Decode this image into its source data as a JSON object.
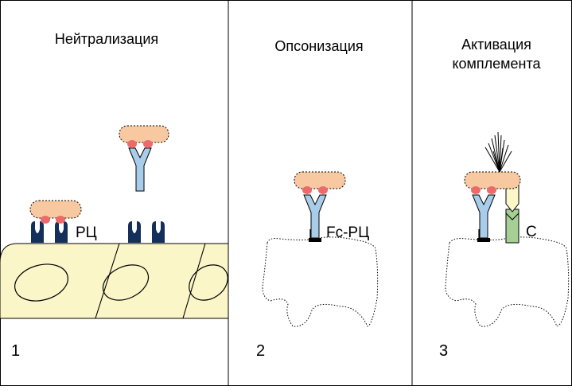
{
  "panels": [
    {
      "title_lines": [
        "Нейтрализация"
      ],
      "number": "1",
      "receptor_label": "РЦ"
    },
    {
      "title_lines": [
        "Опсонизация"
      ],
      "number": "2",
      "receptor_label": "Fc-РЦ"
    },
    {
      "title_lines": [
        "Активация",
        "комплемента"
      ],
      "number": "3",
      "receptor_label": "C"
    }
  ],
  "colors": {
    "antibody": "#a8cdea",
    "antigen": "#f8c9a0",
    "epitope": "#ee6a6a",
    "receptor": "#14305a",
    "cell": "#fbf6c8",
    "complement_green": "#a6cf96",
    "complement_yellow": "#fbf7c8",
    "border": "#000000"
  }
}
